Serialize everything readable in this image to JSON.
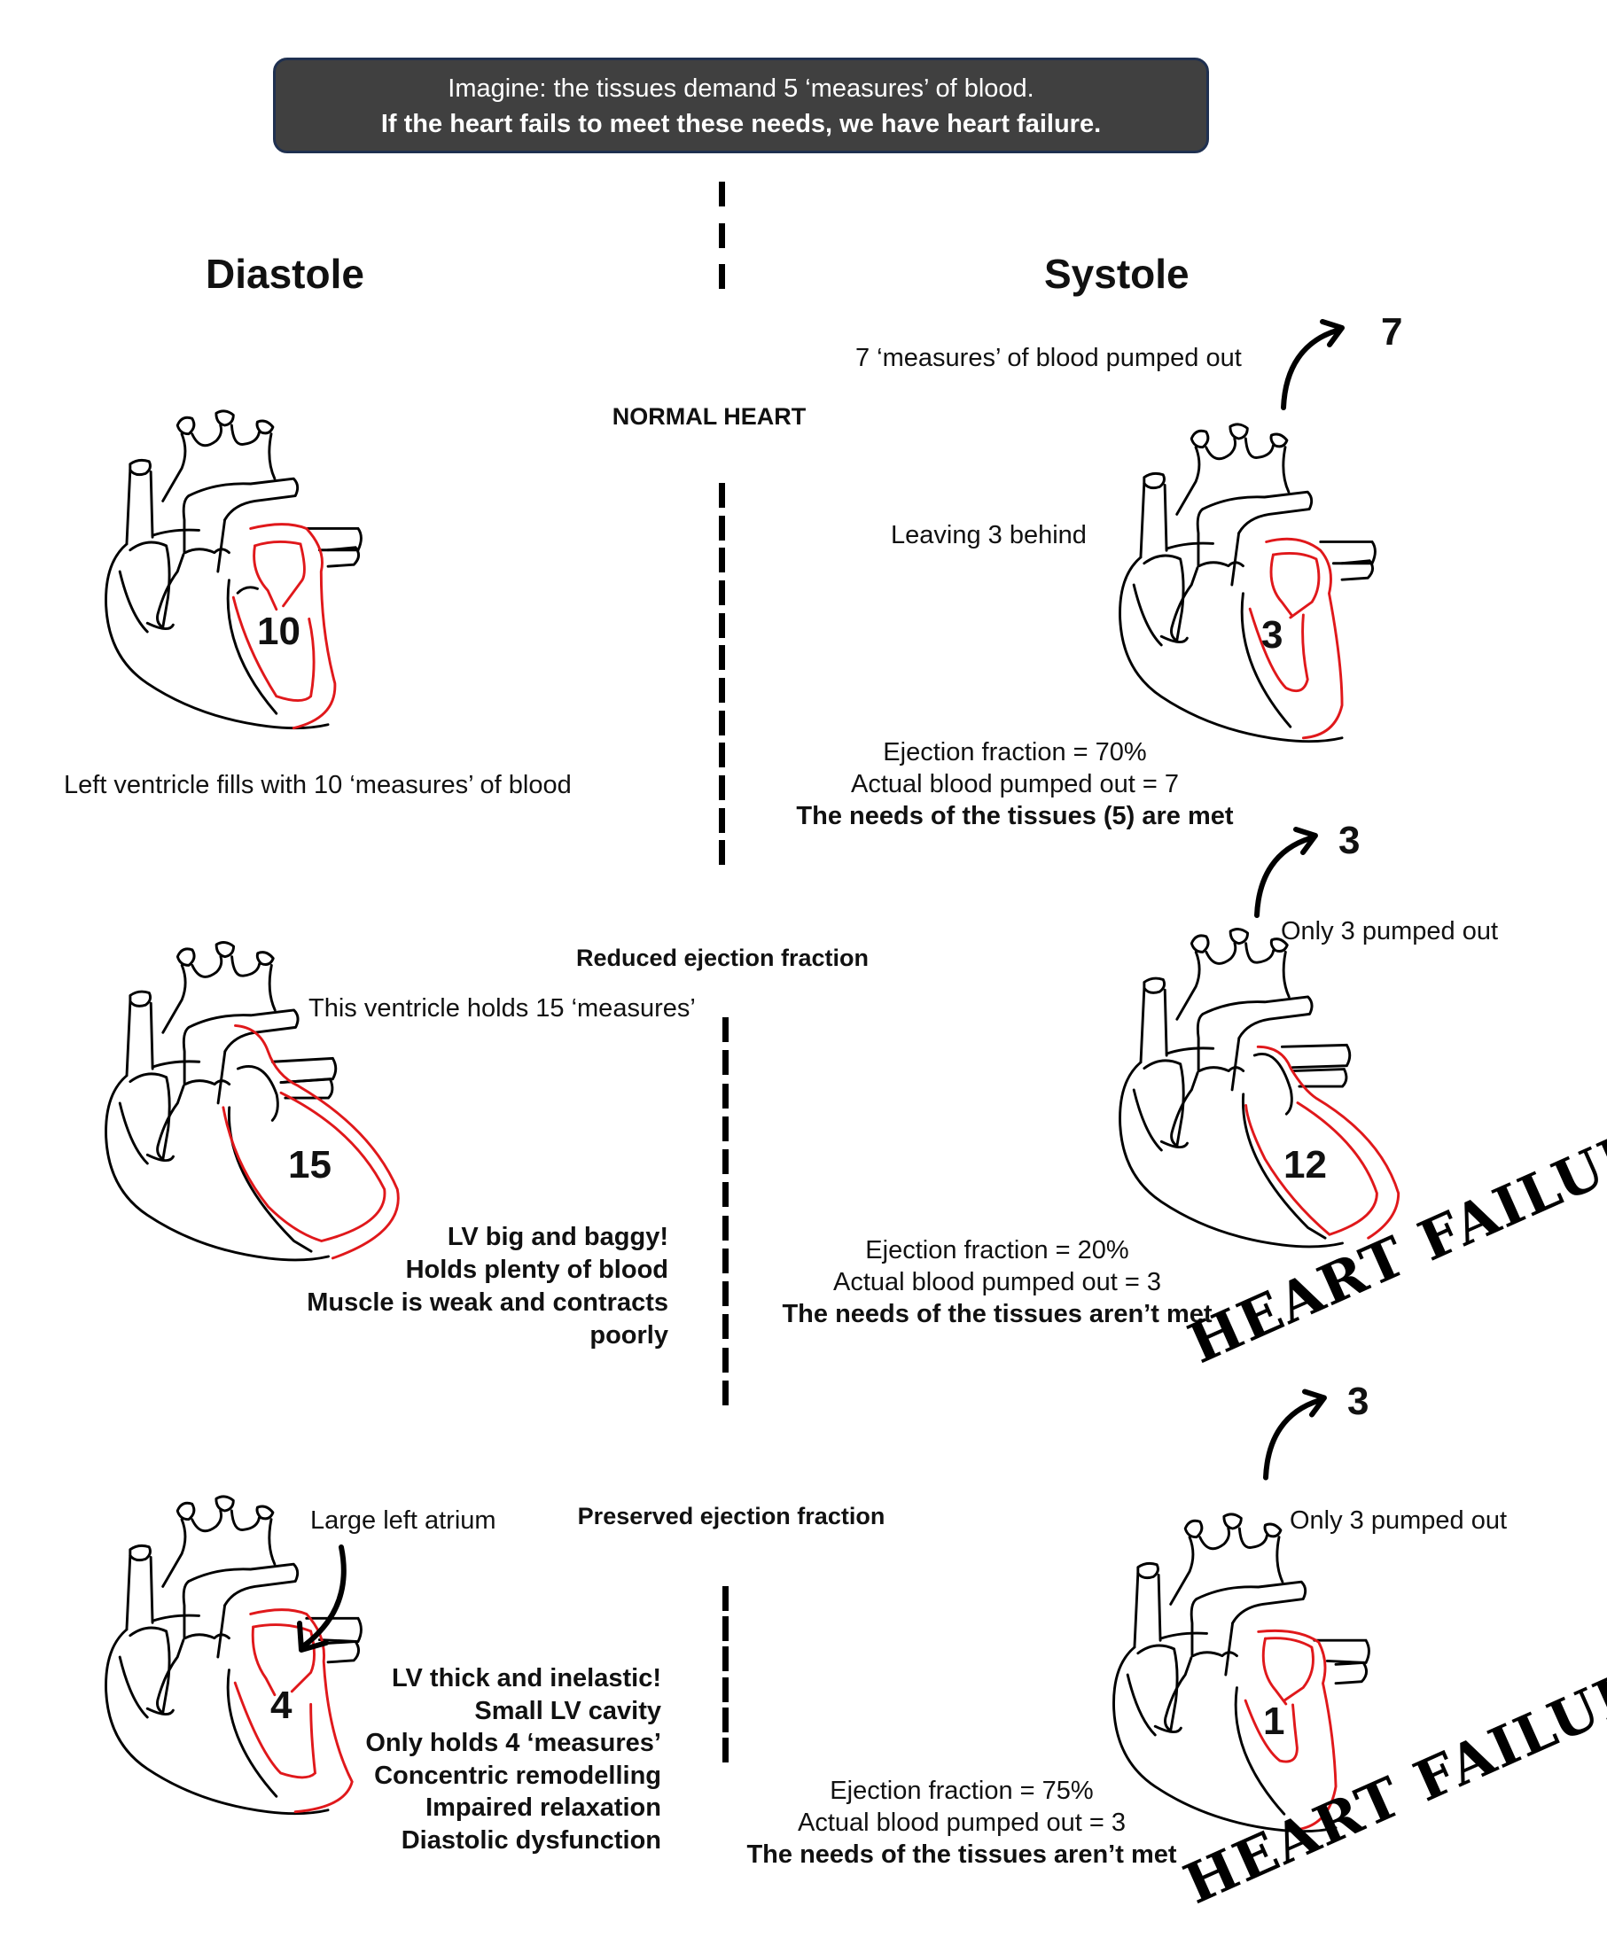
{
  "banner": {
    "line1": "Imagine: the tissues demand 5 ‘measures’ of blood.",
    "line2": "If the heart fails to meet these needs, we have heart failure."
  },
  "headers": {
    "diastole": "Diastole",
    "systole": "Systole"
  },
  "colors": {
    "ventricle_outline": "#e0181b",
    "banner_bg": "#404040",
    "banner_border": "#1f3050",
    "ink": "#000000"
  },
  "sections": {
    "normal": {
      "label": "NORMAL HEART",
      "diastole": {
        "volume": "10",
        "caption": "Left ventricle fills with 10 ‘measures’ of blood"
      },
      "systole": {
        "pumped_label": "7 ‘measures’ of blood pumped out",
        "pumped_value": "7",
        "remaining_label": "Leaving 3 behind",
        "volume": "3",
        "ef": "Ejection fraction = 70%",
        "actual": "Actual blood pumped out = 7",
        "verdict": "The needs of the tissues (5) are met"
      }
    },
    "reduced": {
      "label": "Reduced ejection fraction",
      "diastole": {
        "volume": "15",
        "holds_label": "This ventricle holds 15 ‘measures’",
        "notes": [
          "LV big and baggy!",
          "Holds plenty of blood",
          "Muscle is weak and contracts",
          "poorly"
        ]
      },
      "systole": {
        "pumped_label": "Only 3 pumped out",
        "pumped_value": "3",
        "volume": "12",
        "ef": "Ejection fraction = 20%",
        "actual": "Actual blood pumped out = 3",
        "verdict": "The needs of the tissues aren’t met",
        "stamp": "HEART FAILURE"
      }
    },
    "preserved": {
      "label": "Preserved ejection fraction",
      "diastole": {
        "volume": "4",
        "atrium_label": "Large left atrium",
        "notes": [
          "LV thick and inelastic!",
          "Small LV cavity",
          "Only holds 4 ‘measures’",
          "Concentric remodelling",
          "Impaired relaxation",
          "Diastolic dysfunction"
        ]
      },
      "systole": {
        "pumped_label": "Only 3 pumped out",
        "pumped_value": "3",
        "volume": "1",
        "ef": "Ejection fraction = 75%",
        "actual": "Actual blood pumped out = 3",
        "verdict": "The needs of the tissues aren’t met",
        "stamp": "HEART FAILURE"
      }
    }
  }
}
